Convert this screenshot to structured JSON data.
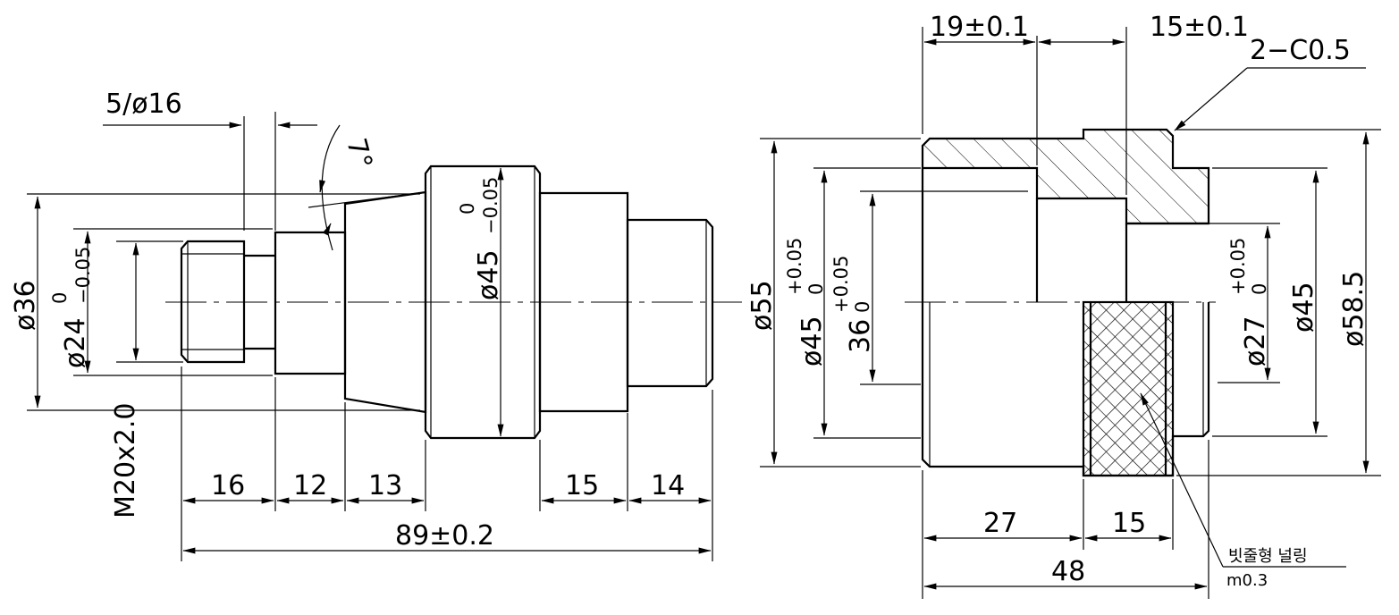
{
  "left_view": {
    "chamfer_spec": "5/ø16",
    "angle": "7°",
    "dia_36": "ø36",
    "dia_24": "ø24",
    "dia_24_tol_upper": "0",
    "dia_24_tol_lower": "−0.05",
    "dia_45": "ø45",
    "dia_45_tol_upper": "0",
    "dia_45_tol_lower": "−0.05",
    "thread": "M20x2.0",
    "len_16": "16",
    "len_12": "12",
    "len_13": "13",
    "len_15": "15",
    "len_14": "14",
    "overall": "89±0.2"
  },
  "right_view": {
    "len_19": "19±0.1",
    "len_15_top": "15±0.1",
    "chamfer": "2−C0.5",
    "dia_55": "ø55",
    "dia_45_bore": "ø45",
    "dia_45_bore_tol_upper": "+0.05",
    "dia_45_bore_tol_lower": "0",
    "dia_36_bore": "36",
    "dia_36_bore_tol_upper": "+0.05",
    "dia_36_bore_tol_lower": "0",
    "dia_27": "ø27",
    "dia_27_tol_upper": "+0.05",
    "dia_27_tol_lower": "0",
    "dia_45_outer": "ø45",
    "dia_58_5": "ø58.5",
    "len_27": "27",
    "len_15_bottom": "15",
    "len_48": "48",
    "knurl_note": "빗줄형 널링",
    "knurl_module": "m0.3"
  }
}
